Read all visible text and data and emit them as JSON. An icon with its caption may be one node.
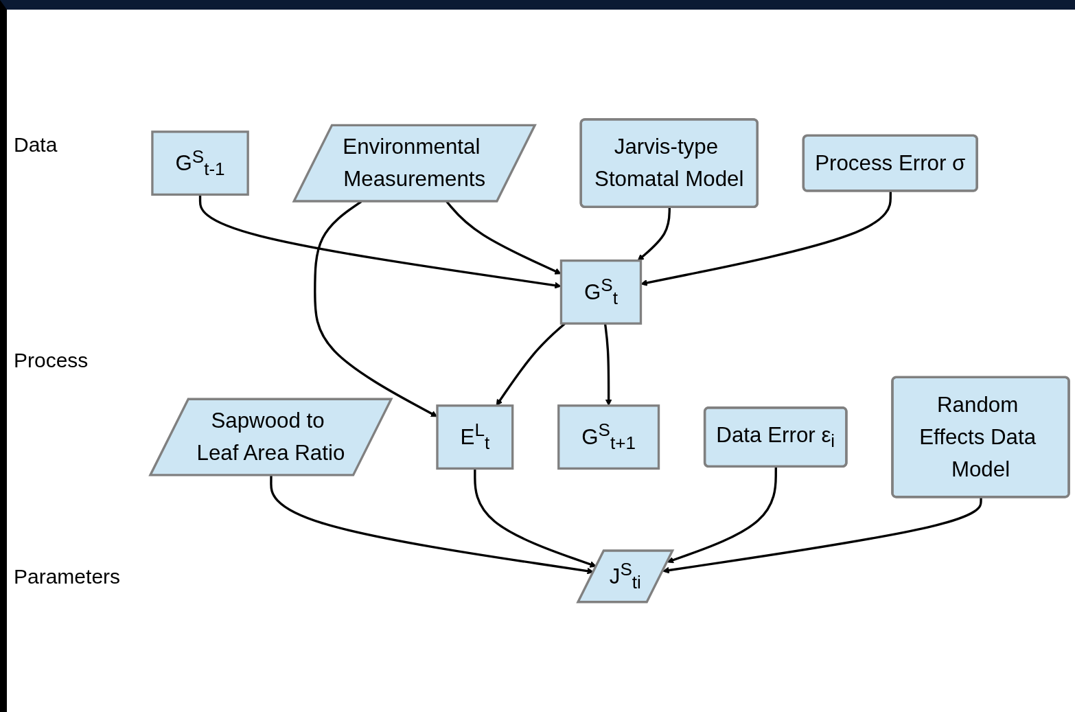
{
  "diagram": {
    "nodes": [
      {
        "text": [
          "Environmental Measurements"
        ]
      },
      {
        "text": [
          "J$^{S}$$_{ti}$"
        ]
      },
      {
        "text": [
          "Sapwood to Leaf Area Ratio"
        ]
      },
      {
        "text": [
          "E$^{L}$$_{t}$"
        ]
      },
      {
        "text": [
          "G$^{S}$$_{t-1}$"
        ]
      },
      {
        "text": [
          "G$^{S}$$_{t}$"
        ]
      },
      {
        "text": [
          "G$^{S}$$_{t+1}$"
        ]
      },
      {
        "text": [
          "Jarvis-type Stomatal Model"
        ]
      },
      {
        "text": [
          "Process Error σ"
        ]
      },
      {
        "text": [
          "Data Error ε$_{i}$"
        ]
      },
      {
        "text": [
          "Random Effects Data Model"
        ]
      }
    ],
    "edges": [
      {
        "from": 0,
        "to": 3,
        "arrow": "to"
      },
      {
        "from": 0,
        "to": 5,
        "arrow": "to"
      },
      {
        "from": 2,
        "to": 1,
        "arrow": "to"
      },
      {
        "from": 9,
        "to": 1,
        "arrow": "to"
      },
      {
        "from": 10,
        "to": 1,
        "arrow": "to"
      },
      {
        "from": 3,
        "to": 1,
        "arrow": "to"
      },
      {
        "from": 5,
        "to": 3,
        "arrow": "to"
      },
      {
        "from": 4,
        "to": 5,
        "arrow": "to"
      },
      {
        "from": 5,
        "to": 6,
        "arrow": "to"
      },
      {
        "from": 7,
        "to": 5,
        "arrow": "to"
      },
      {
        "from": 8,
        "to": 5,
        "arrow": "to"
      }
    ],
    "labels": [
      "Data",
      "Process",
      "Parameters"
    ]
  }
}
